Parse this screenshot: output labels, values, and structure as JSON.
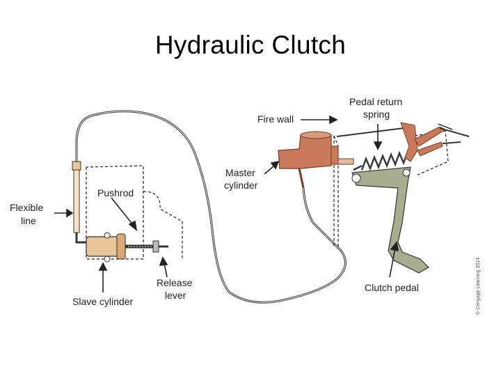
{
  "title": "Hydraulic Clutch",
  "labels": {
    "fire_wall": "Fire wall",
    "pedal_return_spring_1": "Pedal return",
    "pedal_return_spring_2": "spring",
    "master_cylinder_1": "Master",
    "master_cylinder_2": "cylinder",
    "flexible_line_1": "Flexible",
    "flexible_line_2": "line",
    "pushrod": "Pushrod",
    "release_lever_1": "Release",
    "release_lever_2": "lever",
    "slave_cylinder": "Slave cylinder",
    "clutch_pedal": "Clutch pedal"
  },
  "credit": "© Cengage Learning 2014",
  "colors": {
    "cylinder": "#c97a5a",
    "cylinder_dark": "#9e5436",
    "pedal": "#a9ad90",
    "spring": "#3a3a3a",
    "line": "#333333",
    "slave": "#e8c59a"
  }
}
